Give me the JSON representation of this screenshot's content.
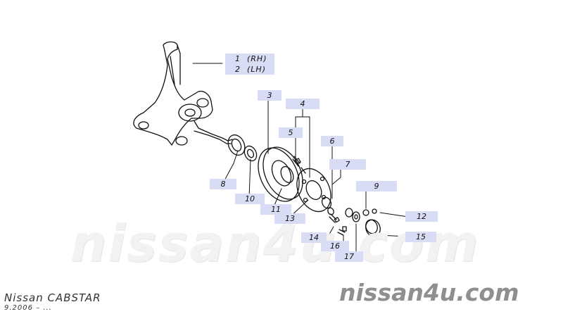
{
  "callouts": [
    {
      "number": "1",
      "side": "(RH)"
    },
    {
      "number": "2",
      "side": "(LH)"
    },
    {
      "number": "3"
    },
    {
      "number": "4"
    },
    {
      "number": "5"
    },
    {
      "number": "6"
    },
    {
      "number": "7"
    },
    {
      "number": "8"
    },
    {
      "number": "9"
    },
    {
      "number": "10"
    },
    {
      "number": "11"
    },
    {
      "number": "12"
    },
    {
      "number": "13"
    },
    {
      "number": "14"
    },
    {
      "number": "15"
    },
    {
      "number": "16"
    },
    {
      "number": "17"
    }
  ],
  "watermark": "nissan4u.com",
  "footer": {
    "brand": "nissan4u.com",
    "model": "Nissan CABSTAR",
    "date": "9.2006 – ..."
  }
}
